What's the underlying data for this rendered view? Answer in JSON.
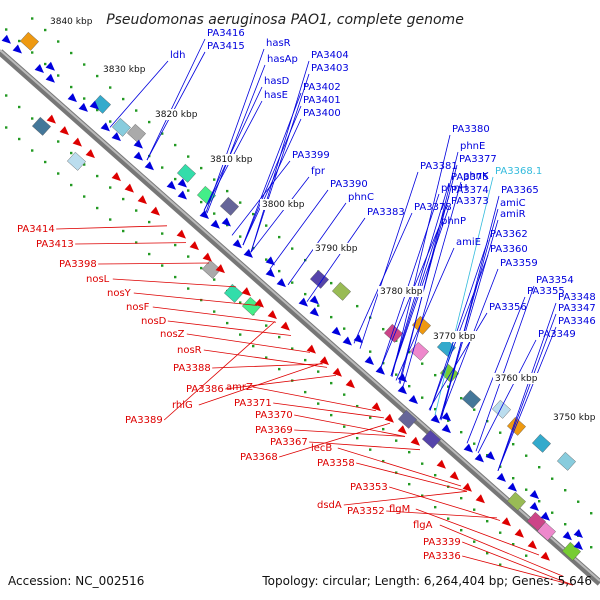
{
  "title": "Pseudomonas aeruginosa PAO1, complete genome",
  "accession": "Accession: NC_002516",
  "summary": "Topology: circular; Length: 6,264,404 bp; Genes: 5,646",
  "colors": {
    "forward": "#0000dd",
    "reverse": "#dd0000",
    "highlight": "#33bbdd",
    "backbone": "#888888",
    "dots": "#229922"
  },
  "scale_labels": [
    "3840 kbp",
    "3830 kbp",
    "3820 kbp",
    "3810 kbp",
    "3800 kbp",
    "3790 kbp",
    "3780 kbp",
    "3770 kbp",
    "3760 kbp",
    "3750 kbp"
  ],
  "genes_forward": [
    "PA3416",
    "PA3415",
    "ldh",
    "hasR",
    "hasAp",
    "PA3404",
    "PA3403",
    "hasD",
    "hasE",
    "PA3402",
    "PA3401",
    "PA3400",
    "PA3399",
    "fpr",
    "PA3390",
    "phnC",
    "PA3383",
    "PA3380",
    "PA3381",
    "phnE",
    "PA3377",
    "phnK",
    "PA3368.1",
    "PA3375",
    "phnH",
    "PA3374",
    "PA3378",
    "PA3373",
    "PA3365",
    "phnP",
    "amiC",
    "amiR",
    "amiE",
    "PA3362",
    "PA3360",
    "PA3359",
    "PA3354",
    "PA3355",
    "PA3348",
    "PA3347",
    "PA3346",
    "PA3356",
    "PA3349"
  ],
  "genes_reverse": [
    "PA3414",
    "PA3413",
    "PA3398",
    "nosL",
    "nosY",
    "nosF",
    "nosD",
    "nosZ",
    "nosR",
    "PA3388",
    "PA3386",
    "amrZ",
    "rhlG",
    "PA3389",
    "PA3371",
    "PA3370",
    "PA3369",
    "PA3367",
    "PA3368",
    "lecB",
    "PA3358",
    "PA3353",
    "dsdA",
    "PA3352",
    "flgM",
    "flgA",
    "PA3339",
    "PA3336"
  ]
}
